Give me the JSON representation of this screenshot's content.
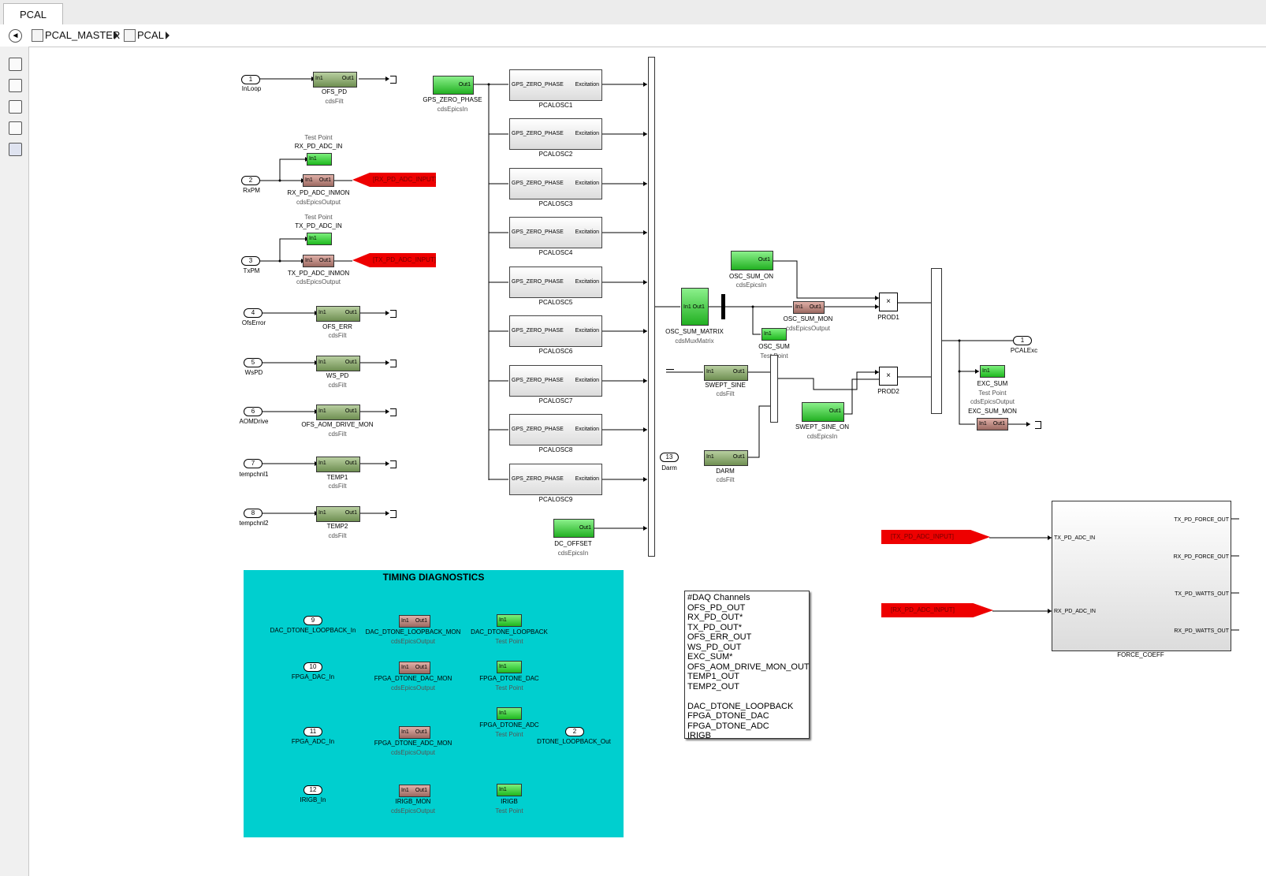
{
  "tab": {
    "label": "PCAL"
  },
  "breadcrumb": {
    "root": "PCAL_MASTER",
    "current": "PCAL"
  },
  "toolbar": {
    "icons": [
      "back-icon",
      "zoom-in-icon",
      "fit-view-icon",
      "text-annotation-icon",
      "image-icon",
      "area-icon"
    ]
  },
  "ports": {
    "inloop": {
      "num": "1",
      "name": "InLoop"
    },
    "rxpm": {
      "num": "2",
      "name": "RxPM"
    },
    "txpm": {
      "num": "3",
      "name": "TxPM"
    },
    "ofserror": {
      "num": "4",
      "name": "OfsError"
    },
    "wspd": {
      "num": "5",
      "name": "WsPD"
    },
    "aomdrive": {
      "num": "6",
      "name": "AOMDrive"
    },
    "temp1": {
      "num": "7",
      "name": "tempchnl1"
    },
    "temp2": {
      "num": "8",
      "name": "tempchnl2"
    },
    "darm": {
      "num": "13",
      "name": "Darm"
    },
    "pcalexc": {
      "num": "1",
      "name": "PCALExc"
    }
  },
  "common": {
    "in1": "In1",
    "out1": "Out1",
    "cdsfilt": "cdsFilt",
    "cdsepicsin": "cdsEpicsIn",
    "cdsepicsout": "cdsEpicsOutput",
    "testpoint": "Test Point",
    "gps": "GPS_ZERO_PHASE",
    "excitation": "Excitation",
    "cdsmux": "cdsMuxMatrix"
  },
  "blocks": {
    "ofs_pd": "OFS_PD",
    "rx_adc_in": "RX_PD_ADC_IN",
    "rx_inmon": "RX_PD_ADC_INMON",
    "tx_adc_in": "TX_PD_ADC_IN",
    "tx_inmon": "TX_PD_ADC_INMON",
    "ofs_err": "OFS_ERR",
    "ws_pd": "WS_PD",
    "ofs_aom": "OFS_AOM_DRIVE_MON",
    "temp1": "TEMP1",
    "temp2": "TEMP2",
    "gps_zero": "GPS_ZERO_PHASE",
    "dc_offset": "DC_OFFSET",
    "osc_sum_matrix": "OSC_SUM_MATRIX",
    "osc_sum_on": "OSC_SUM_ON",
    "osc_sum_mon": "OSC_SUM_MON",
    "osc_sum": "OSC_SUM",
    "swept_sine": "SWEPT_SINE",
    "swept_sine_on": "SWEPT_SINE_ON",
    "darm": "DARM",
    "prod1": "PROD1",
    "prod2": "PROD2",
    "exc_sum": "EXC_SUM",
    "exc_sum_mon": "EXC_SUM_MON",
    "force_coeff": "FORCE_COEFF",
    "inout": "In1 Out1",
    "mult": "×",
    "test_point_cut": "Test Point"
  },
  "goto": {
    "rx": "[RX_PD_ADC_INPUT]",
    "tx": "[TX_PD_ADC_INPUT]"
  },
  "oscillators": [
    "PCALOSC1",
    "PCALOSC2",
    "PCALOSC3",
    "PCALOSC4",
    "PCALOSC5",
    "PCALOSC6",
    "PCALOSC7",
    "PCALOSC8",
    "PCALOSC9"
  ],
  "force": {
    "in": [
      "TX_PD_ADC_IN",
      "RX_PD_ADC_IN"
    ],
    "out": [
      "TX_PD_FORCE_OUT",
      "RX_PD_FORCE_OUT",
      "TX_PD_WATTS_OUT",
      "RX_PD_WATTS_OUT"
    ]
  },
  "timing": {
    "title": "TIMING DIAGNOSTICS",
    "rows": [
      {
        "num": "9",
        "in": "DAC_DTONE_LOOPBACK_In",
        "mon": "DAC_DTONE_LOOPBACK_MON",
        "tp": "DAC_DTONE_LOOPBACK"
      },
      {
        "num": "10",
        "in": "FPGA_DAC_In",
        "mon": "FPGA_DTONE_DAC_MON",
        "tp": "FPGA_DTONE_DAC"
      },
      {
        "num": "11",
        "in": "FPGA_ADC_In",
        "mon": "FPGA_DTONE_ADC_MON",
        "tp": "FPGA_DTONE_ADC"
      },
      {
        "num": "12",
        "in": "IRIGB_In",
        "mon": "IRIGB_MON",
        "tp": "IRIGB"
      }
    ],
    "outport": {
      "num": "2",
      "name": "DTONE_LOOPBACK_Out"
    }
  },
  "daq": {
    "text": "#DAQ Channels\nOFS_PD_OUT\nRX_PD_OUT*\nTX_PD_OUT*\nOFS_ERR_OUT\nWS_PD_OUT\nEXC_SUM*\nOFS_AOM_DRIVE_MON_OUT\nTEMP1_OUT\nTEMP2_OUT\n\nDAC_DTONE_LOOPBACK\nFPGA_DTONE_DAC\nFPGA_DTONE_ADC\nIRIGB"
  }
}
